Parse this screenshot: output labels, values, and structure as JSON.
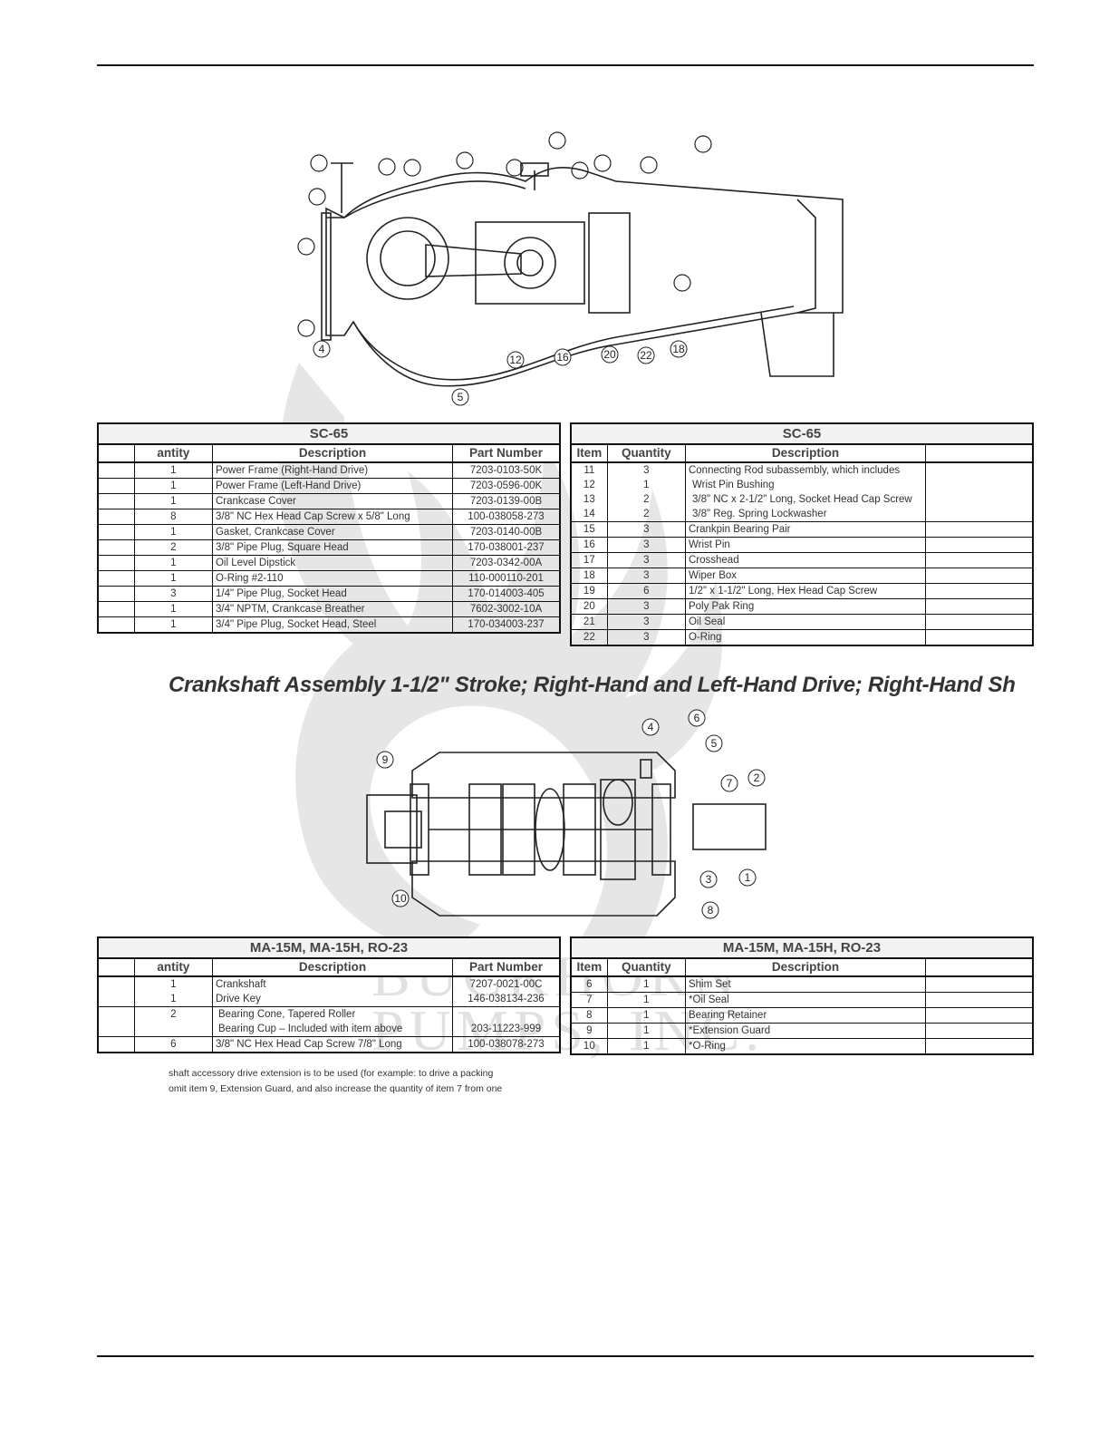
{
  "watermark": {
    "line1": "BUCKHORN",
    "line2": "PUMPS, INC."
  },
  "diagram1": {
    "callouts": [
      "4",
      "5",
      "12",
      "16",
      "20",
      "22",
      "18"
    ]
  },
  "table_sc65_left": {
    "title": "SC-65",
    "headers": [
      "antity",
      "Description",
      "Part Number"
    ],
    "rows": [
      {
        "qty": "1",
        "desc": "Power Frame (Right-Hand Drive)",
        "part": "7203-0103-50K"
      },
      {
        "qty": "1",
        "desc": "Power Frame (Left-Hand Drive)",
        "part": "7203-0596-00K"
      },
      {
        "qty": "1",
        "desc": "Crankcase Cover",
        "part": "7203-0139-00B"
      },
      {
        "qty": "8",
        "desc": "3/8\" NC Hex Head Cap Screw x 5/8\" Long",
        "part": "100-038058-273"
      },
      {
        "qty": "1",
        "desc": "Gasket, Crankcase Cover",
        "part": "7203-0140-00B"
      },
      {
        "qty": "2",
        "desc": "3/8\" Pipe Plug, Square Head",
        "part": "170-038001-237"
      },
      {
        "qty": "1",
        "desc": "Oil Level Dipstick",
        "part": "7203-0342-00A"
      },
      {
        "qty": "1",
        "desc": "O-Ring #2-110",
        "part": "110-000110-201"
      },
      {
        "qty": "3",
        "desc": "1/4\" Pipe Plug, Socket Head",
        "part": "170-014003-405"
      },
      {
        "qty": "1",
        "desc": "3/4\" NPTM, Crankcase Breather",
        "part": "7602-3002-10A"
      },
      {
        "qty": "1",
        "desc": "3/4\" Pipe Plug, Socket Head, Steel",
        "part": "170-034003-237"
      }
    ]
  },
  "table_sc65_right": {
    "title": "SC-65",
    "headers": [
      "Item",
      "Quantity",
      "Description"
    ],
    "group": {
      "items": [
        "11",
        "12",
        "13",
        "14"
      ],
      "qtys": [
        "3",
        "1",
        "2",
        "2"
      ],
      "descs": [
        "Connecting Rod subassembly, which includes",
        "Wrist Pin Bushing",
        "3/8\" NC x 2-1/2\" Long, Socket Head Cap Screw",
        "3/8\" Reg. Spring Lockwasher"
      ]
    },
    "rows": [
      {
        "item": "15",
        "qty": "3",
        "desc": "Crankpin Bearing Pair"
      },
      {
        "item": "16",
        "qty": "3",
        "desc": "Wrist Pin"
      },
      {
        "item": "17",
        "qty": "3",
        "desc": "Crosshead"
      },
      {
        "item": "18",
        "qty": "3",
        "desc": "Wiper Box"
      },
      {
        "item": "19",
        "qty": "6",
        "desc": "1/2\" x 1-1/2\" Long, Hex Head Cap Screw"
      },
      {
        "item": "20",
        "qty": "3",
        "desc": "Poly Pak Ring"
      },
      {
        "item": "21",
        "qty": "3",
        "desc": "Oil Seal"
      },
      {
        "item": "22",
        "qty": "3",
        "desc": "O-Ring"
      }
    ]
  },
  "section_title": "Crankshaft Assembly 1-1/2\" Stroke; Right-Hand and Left-Hand Drive; Right-Hand Sh",
  "diagram2": {
    "callouts": [
      "9",
      "4",
      "6",
      "5",
      "7",
      "2",
      "3",
      "1",
      "10",
      "8"
    ]
  },
  "table_ma_left": {
    "title": "MA-15M, MA-15H, RO-23",
    "headers": [
      "antity",
      "Description",
      "Part Number"
    ],
    "rows": [
      {
        "qty": "1",
        "desc": "Crankshaft",
        "part": "7207-0021-00C"
      },
      {
        "qty": "1",
        "desc": "Drive Key",
        "part": "146-038134-236"
      }
    ],
    "group": {
      "qty": "2",
      "descs": [
        "Bearing Cone, Tapered Roller",
        "Bearing Cup – Included with item above"
      ],
      "part": "203-11223-999"
    },
    "last": {
      "qty": "6",
      "desc": "3/8\" NC Hex Head Cap Screw 7/8\" Long",
      "part": "100-038078-273"
    }
  },
  "table_ma_right": {
    "title": "MA-15M, MA-15H, RO-23",
    "headers": [
      "Item",
      "Quantity",
      "Description"
    ],
    "rows": [
      {
        "item": "6",
        "qty": "1",
        "desc": "Shim Set"
      },
      {
        "item": "7",
        "qty": "1",
        "desc": "*Oil Seal"
      },
      {
        "item": "8",
        "qty": "1",
        "desc": "Bearing Retainer"
      },
      {
        "item": "9",
        "qty": "1",
        "desc": "*Extension Guard"
      },
      {
        "item": "10",
        "qty": "1",
        "desc": "*O-Ring"
      }
    ]
  },
  "notes": {
    "line1": "shaft accessory drive extension is to be used (for example: to drive a packing",
    "line2": " omit item 9, Extension Guard, and also increase the quantity of item 7 from one"
  }
}
